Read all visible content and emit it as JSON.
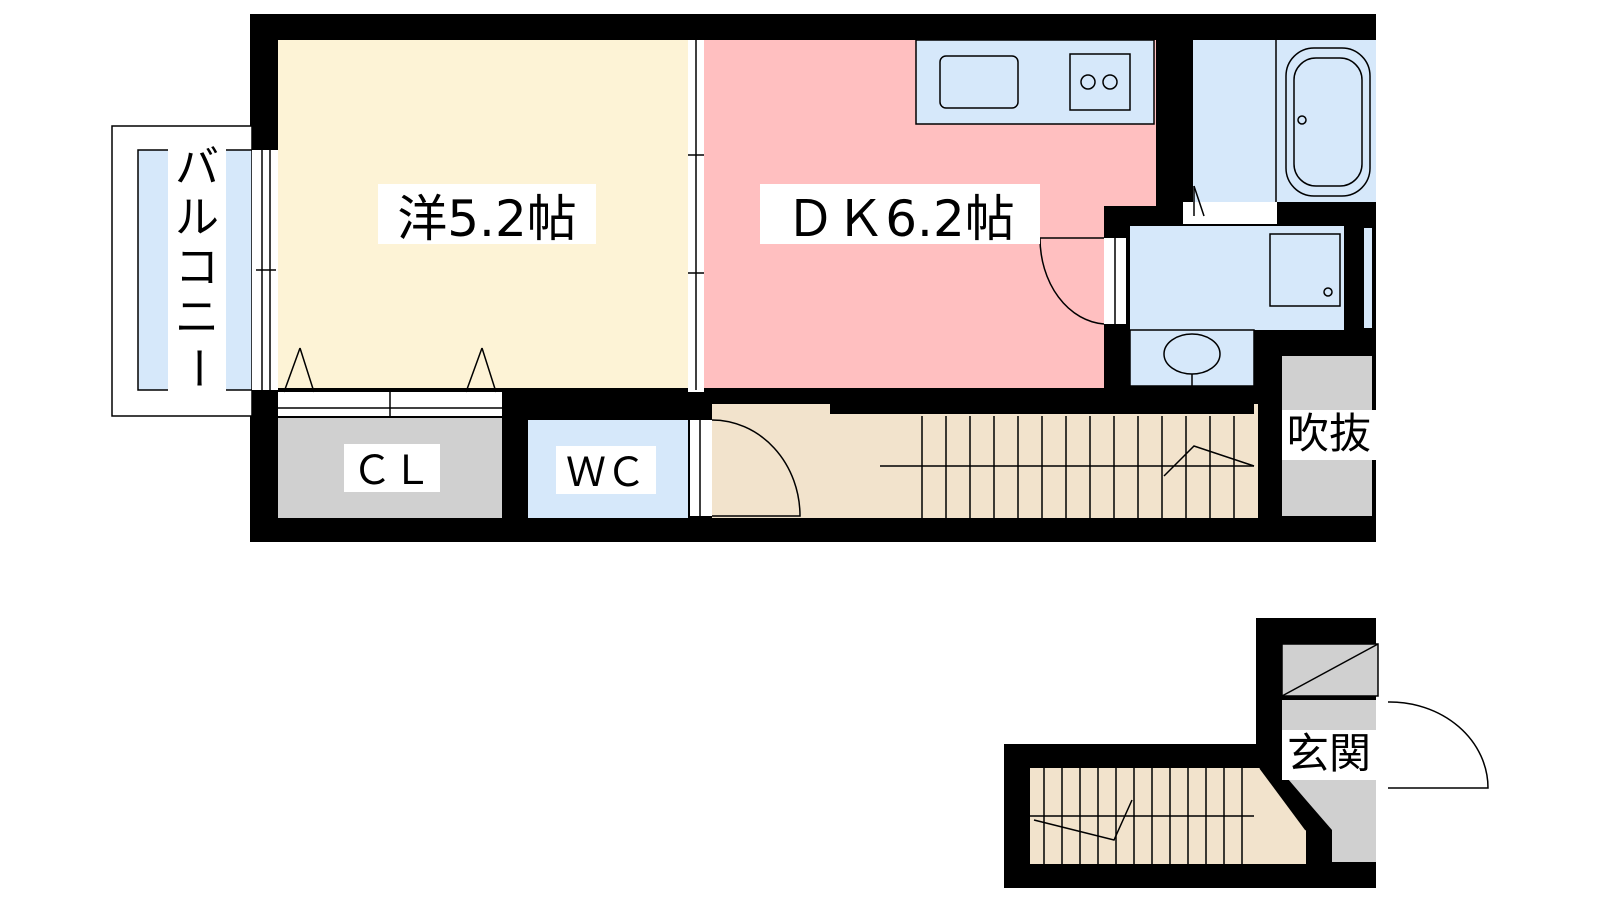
{
  "floorplan": {
    "rooms": {
      "western_room": "洋5.2帖",
      "dining_kitchen": "ＤＫ6.2帖",
      "closet": "ＣＬ",
      "toilet": "ＷＣ",
      "void": "吹抜",
      "entrance": "玄関"
    },
    "balcony": [
      "バ",
      "ル",
      "コ",
      "ニ",
      "ー"
    ]
  },
  "colors": {
    "western_room": "#fdf3d6",
    "dining_kitchen": "#ffbfc0",
    "wet_area": "#d6e8fa",
    "storage": "#d0d0d0",
    "stairs": "#f2e3cc",
    "wall": "#000000"
  }
}
